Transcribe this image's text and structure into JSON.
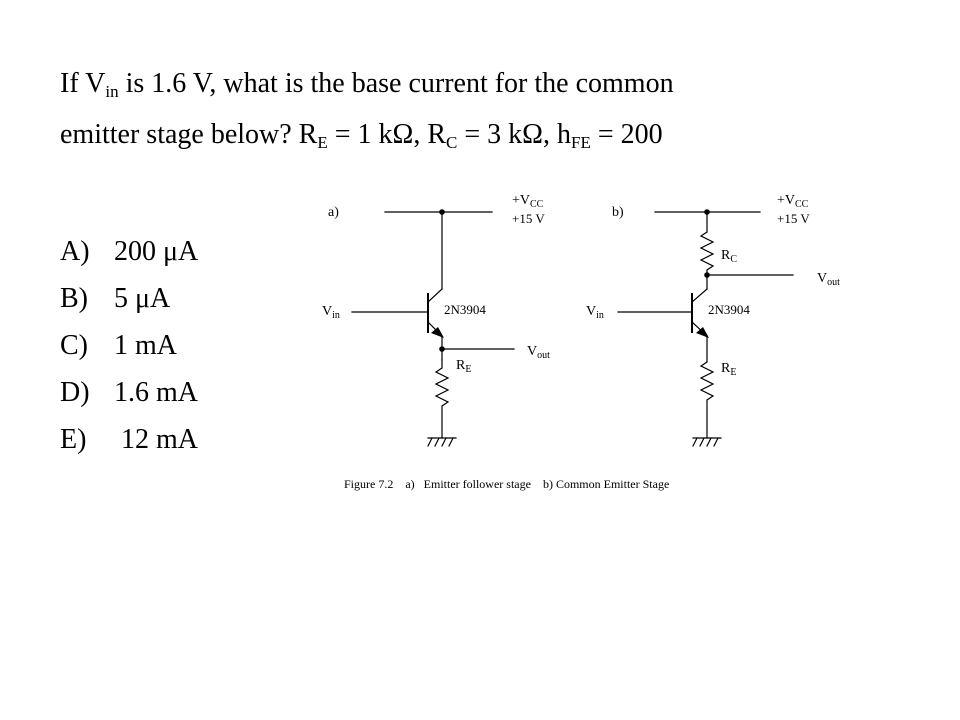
{
  "question": {
    "line1_pre": "If V",
    "line1_sub": "in",
    "line1_post": " is 1.6 V, what is the base current for the common",
    "line2_pre": "emitter stage below?   R",
    "line2_sub1": "E",
    "line2_mid1": " = 1 kΩ, R",
    "line2_sub2": "C",
    "line2_mid2": " = 3 kΩ, h",
    "line2_sub3": "FE",
    "line2_post": " = 200"
  },
  "answers": [
    {
      "letter": "A)",
      "text": "200 μA"
    },
    {
      "letter": "B)",
      "text": "5 μA"
    },
    {
      "letter": "C)",
      "text": "1 mA"
    },
    {
      "letter": "D)",
      "text": "1.6 mA"
    },
    {
      "letter": "E)",
      "text": " 12 mA"
    }
  ],
  "figure": {
    "a": {
      "label": "a)",
      "vcc_main": "+V",
      "vcc_sub": "CC",
      "vcc_value": "+15 V",
      "vin_main": "V",
      "vin_sub": "in",
      "transistor": "2N3904",
      "re_main": "R",
      "re_sub": "E",
      "vout_main": "V",
      "vout_sub": "out"
    },
    "b": {
      "label": "b)",
      "vcc_main": "+V",
      "vcc_sub": "CC",
      "vcc_value": "+15 V",
      "rc_main": "R",
      "rc_sub": "C",
      "vout_main": "V",
      "vout_sub": "out",
      "vin_main": "V",
      "vin_sub": "in",
      "transistor": "2N3904",
      "re_main": "R",
      "re_sub": "E"
    },
    "caption": "Figure 7.2    a)   Emitter follower stage    b) Common Emitter Stage"
  }
}
